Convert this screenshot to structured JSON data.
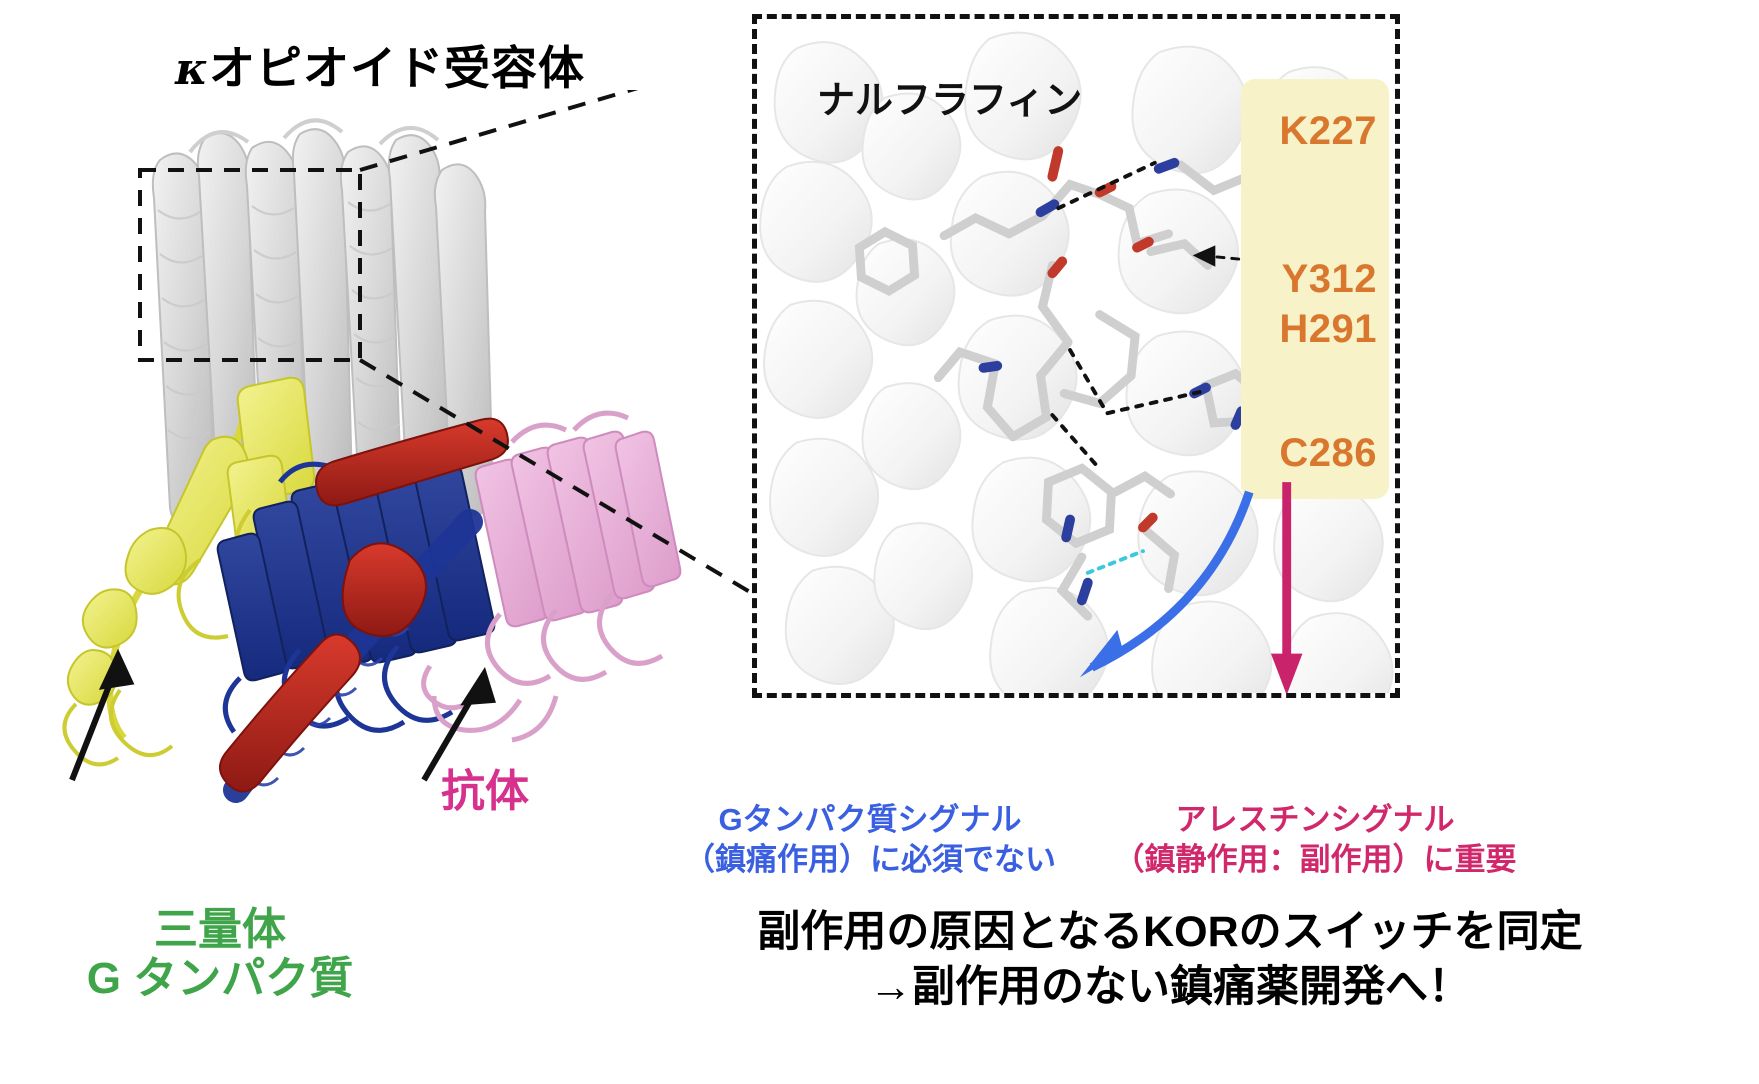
{
  "figure": {
    "kind": "structural-biology-summary-figure",
    "language": "ja"
  },
  "left_panel": {
    "title_kappa": "κ",
    "title_text": "オピオイド受容体",
    "title_full": "κオピオイド受容体",
    "labels": {
      "trimer_line1": "三量体",
      "trimer_line2": "G タンパク質",
      "antibody": "抗体"
    },
    "colors": {
      "receptor": "#d9d9d9",
      "g_alpha": "#e8e84a",
      "g_beta": "#1f3a9e",
      "g_helix": "#c0261f",
      "antibody": "#e7a8d4",
      "trimer_label": "#3fa44a",
      "antibody_label": "#d6318c",
      "arrow": "#111111"
    }
  },
  "inset": {
    "ligand_label": "ナルフラフィン",
    "residues": [
      "K227",
      "Y312",
      "H291",
      "C286"
    ],
    "residue_color": "#d9772e",
    "highlight_color": "#f7f2c8",
    "border_style": "dashed",
    "border_color": "#111111"
  },
  "captions": {
    "g_protein_line1": "Gタンパク質シグナル",
    "g_protein_line2": "（鎮痛作用）に必須でない",
    "g_protein_color": "#3a5fe0",
    "arrestin_line1": "アレスチンシグナル",
    "arrestin_line2": "（鎮静作用：副作用）に重要",
    "arrestin_color": "#d1286b",
    "conclusion_line1": "副作用の原因となるKORのスイッチを同定",
    "conclusion_line2": "→副作用のない鎮痛薬開発へ！"
  }
}
